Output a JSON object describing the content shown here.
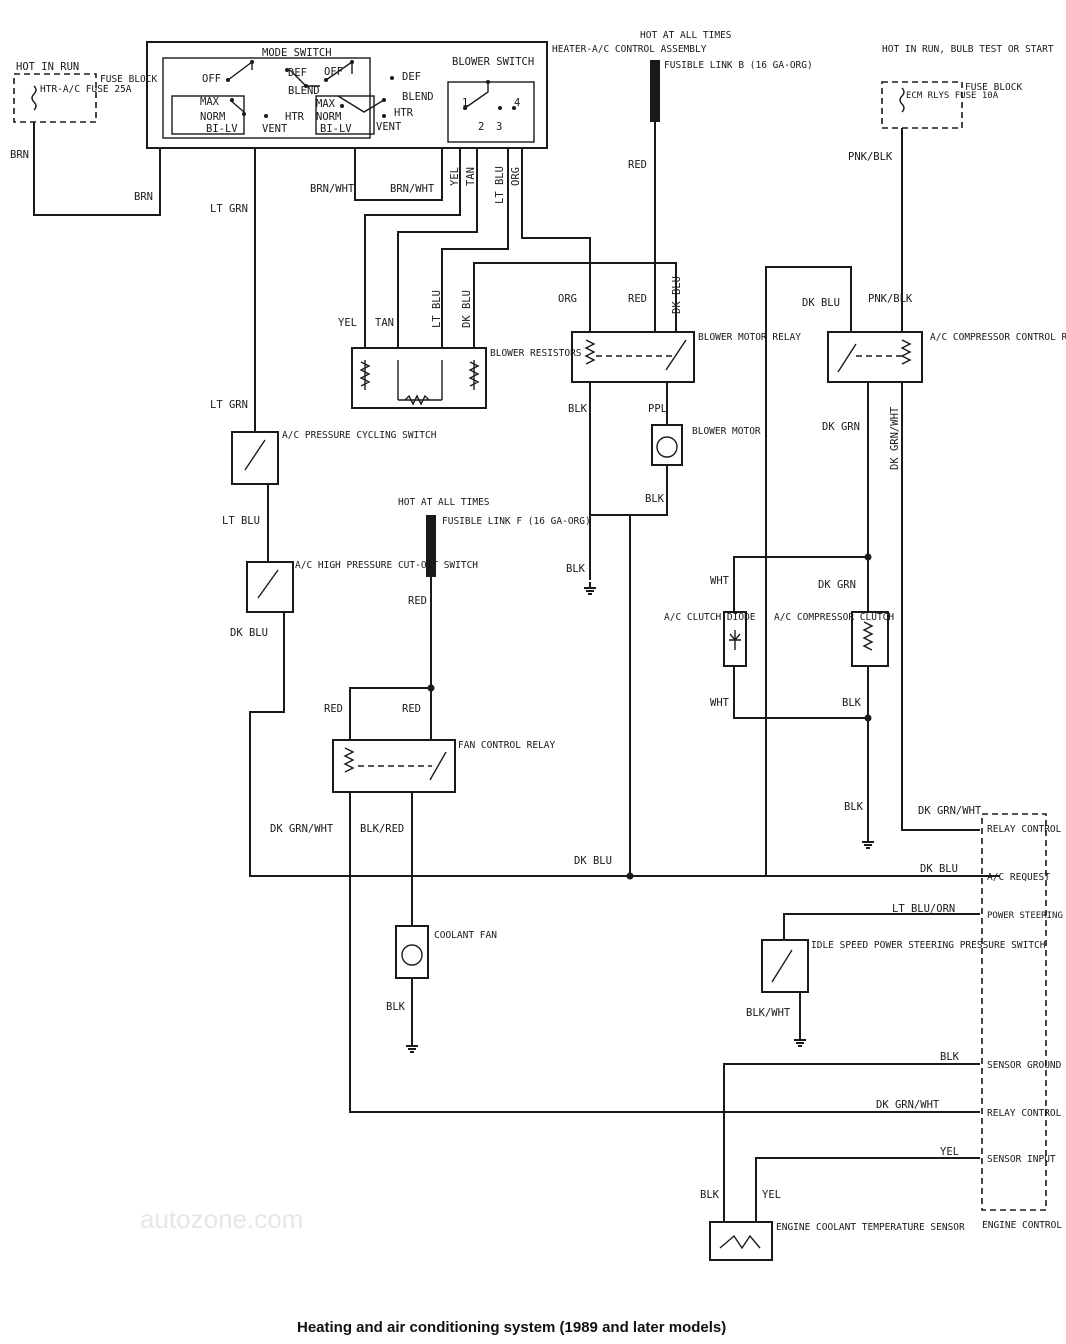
{
  "caption": "Heating and air conditioning system (1989 and later models)",
  "watermark": "autozone.com",
  "components": {
    "control_assembly": "HEATER-A/C CONTROL ASSEMBLY",
    "mode_switch": "MODE SWITCH",
    "blower_switch": "BLOWER SWITCH",
    "blower_resistors": "BLOWER RESISTORS",
    "blower_motor_relay": "BLOWER MOTOR RELAY",
    "blower_motor": "BLOWER MOTOR",
    "ac_compressor_control_relay": "A/C COMPRESSOR CONTROL RELAY",
    "ac_pressure_cycling_switch": "A/C PRESSURE CYCLING SWITCH",
    "ac_high_pressure_cutout": "A/C HIGH PRESSURE CUT-OUT SWITCH",
    "fan_control_relay": "FAN CONTROL RELAY",
    "coolant_fan": "COOLANT FAN",
    "ac_clutch_diode": "A/C CLUTCH DIODE",
    "ac_compressor_clutch": "A/C COMPRESSOR CLUTCH",
    "idle_speed_switch": "IDLE SPEED POWER STEERING PRESSURE SWITCH",
    "engine_coolant_temp_sensor": "ENGINE COOLANT TEMPERATURE SENSOR",
    "engine_control_module": "ENGINE CONTROL MODULE"
  },
  "power": {
    "hot_in_run": "HOT IN RUN",
    "fuse_block": "FUSE BLOCK",
    "htr_ac_fuse": "HTR-A/C FUSE 25A",
    "hot_at_all_times": "HOT AT ALL TIMES",
    "fusible_link_b": "FUSIBLE LINK B (16 GA-ORG)",
    "fusible_link_f": "FUSIBLE LINK F (16 GA-ORG)",
    "hot_run_bulb_start": "HOT IN RUN, BULB TEST OR START",
    "ecm_rlys_fuse": "ECM RLYS FUSE 10A"
  },
  "switch_positions": {
    "off": "OFF",
    "def": "DEF",
    "blend": "BLEND",
    "max": "MAX",
    "norm": "NORM",
    "bi_lv": "BI-LV",
    "vent": "VENT",
    "htr": "HTR",
    "p1": "1",
    "p2": "2",
    "p3": "3",
    "p4": "4"
  },
  "wires": {
    "brn": "BRN",
    "lt_grn": "LT GRN",
    "brn_wht": "BRN/WHT",
    "yel": "YEL",
    "tan": "TAN",
    "lt_blu": "LT BLU",
    "org": "ORG",
    "red": "RED",
    "dk_blu": "DK BLU",
    "blk": "BLK",
    "ppl": "PPL",
    "pnk_blk": "PNK/BLK",
    "dk_grn": "DK GRN",
    "dk_grn_wht": "DK GRN/WHT",
    "wht": "WHT",
    "blk_red": "BLK/RED",
    "lt_blu_orn": "LT BLU/ORN",
    "blk_wht": "BLK/WHT"
  },
  "ecm_pins": {
    "relay_control": "RELAY CONTROL",
    "ac_request": "A/C REQUEST",
    "power_steering_input": "POWER STEERING INPUT",
    "sensor_ground": "SENSOR GROUND",
    "sensor_input": "SENSOR INPUT"
  }
}
